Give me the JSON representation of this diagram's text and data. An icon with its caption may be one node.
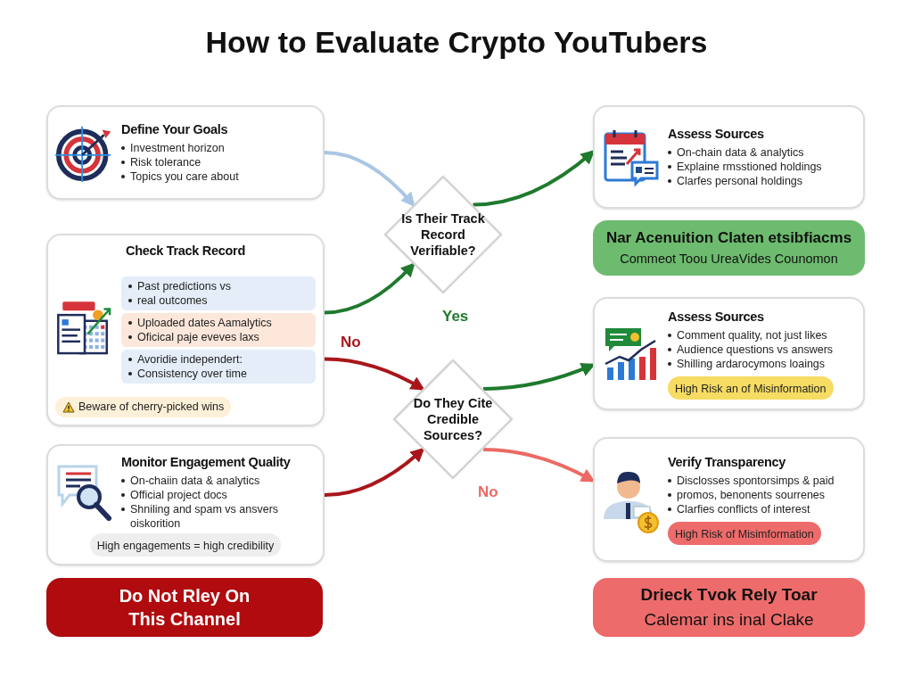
{
  "diagram": {
    "title": "How to Evaluate Crypto YouTubers",
    "nodes": [
      {
        "text": [
          "Define Your Goals",
          "Investment horizon",
          "Risk tolerance",
          "Topics you care about"
        ]
      },
      {
        "text": [
          "Check Track Record"
        ]
      },
      {
        "text": [
          "Past predictions vs",
          "real outcomes"
        ],
        "in": 1
      },
      {
        "text": [
          "Uploaded dates Aamalytics",
          "Oficical paje eveves laxs"
        ],
        "in": 1
      },
      {
        "text": [
          "Avoridie independert:",
          "Consistency over time"
        ],
        "in": 1
      },
      {
        "text": [
          "Beware of cherry-picked wins"
        ],
        "in": 1
      },
      {
        "text": [
          "Monitor Engagement Quality",
          "On-chaiin data & analytics",
          "Official project docs",
          "Shniling and spam vs ansvers oiskorition"
        ]
      },
      {
        "text": [
          "High engagements = high credibility"
        ],
        "in": 6
      },
      {
        "text": [
          "Do Not Rley On This Channel"
        ]
      },
      {
        "text": [
          "Is Their Track Record Verifiable?"
        ]
      },
      {
        "text": [
          "Do They Cite Credible Sources?"
        ]
      },
      {
        "text": [
          "Assess Sources",
          "On-chain data & analytics",
          "Explaine rmsstioned holdings",
          "Clarfes personal holdings"
        ]
      },
      {
        "text": [
          "Nar Acenuition Claten etsibfiacms",
          "Commeot Toou UreaVides Counomon"
        ]
      },
      {
        "text": [
          "Assess Sources",
          "Comment quality, not just likes",
          "Audience questions vs answers",
          "Shilling ardarocymons loaings"
        ]
      },
      {
        "text": [
          "High Risk an of Misinformation"
        ],
        "in": 13
      },
      {
        "text": [
          "Verify Transparency",
          "Disclosses spontorsimps & paid",
          "promos, benonents sourrenes",
          "Clarfies conflicts of interest"
        ]
      },
      {
        "text": [
          "High Risk of Misimformation"
        ],
        "in": 15
      },
      {
        "text": [
          "Drieck Tvok Rely Toar",
          "Calemar ins inal Clake"
        ]
      }
    ],
    "edges": [
      {
        "from": 0,
        "to": 9,
        "arrow": "to",
        "color": "#a9c6e4"
      },
      {
        "from": 1,
        "to": 9,
        "arrow": "to"
      },
      {
        "from": 9,
        "to": 11,
        "arrow": "to"
      },
      {
        "from": 1,
        "to": 10,
        "arrow": "to",
        "label": "No",
        "color": "#a8161b"
      },
      {
        "from": 6,
        "to": 10,
        "arrow": "to",
        "color": "#a8161b"
      },
      {
        "from": 10,
        "to": 13,
        "arrow": "to"
      },
      {
        "from": 10,
        "to": 15,
        "arrow": "to",
        "label": "No",
        "color": "#ec6a64"
      }
    ],
    "labels": [
      "Yes"
    ]
  }
}
